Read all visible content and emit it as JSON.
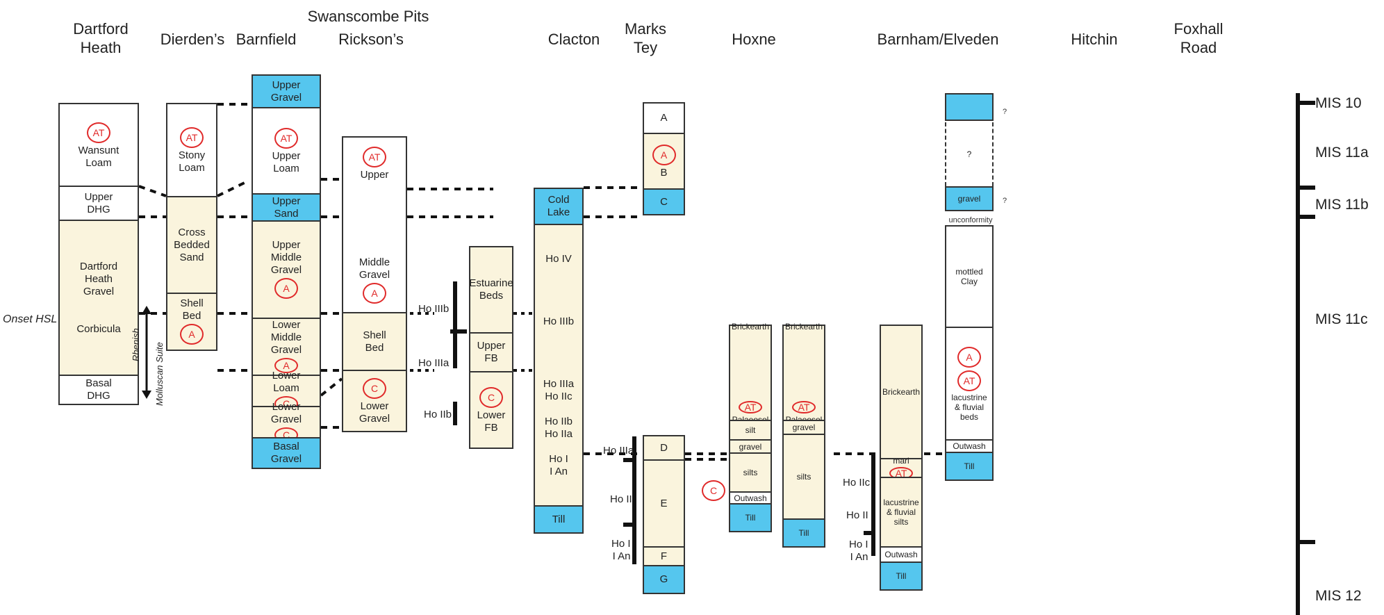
{
  "title": "Swanscombe Pits",
  "sites": {
    "dartford": "Dartford\nHeath",
    "dierdens": "Dierden’s",
    "barnfield": "Barnfield",
    "ricksons": "Rickson’s",
    "clacton": "Clacton",
    "marks_tey": "Marks\nTey",
    "hoxne": "Hoxne",
    "barnham": "Barnham/Elveden",
    "hitchin": "Hitchin",
    "foxhall": "Foxhall\nRoad"
  },
  "colors": {
    "blue": "#55c6ee",
    "cream": "#faf4dd",
    "marker": "#e02a2a"
  },
  "columns": {
    "dartford": [
      {
        "label": "Wansunt\nLoam",
        "fill": "white",
        "markers": [
          "AT"
        ]
      },
      {
        "label": "Upper\nDHG",
        "fill": "white"
      },
      {
        "label": "Dartford\nHeath\nGravel\n\n\nCorbicula",
        "fill": "cream"
      },
      {
        "label": "Basal\nDHG",
        "fill": "white"
      }
    ],
    "dierdens": [
      {
        "label": "Stony\nLoam",
        "fill": "white",
        "markers": [
          "AT"
        ]
      },
      {
        "label": "Cross\nBedded\nSand",
        "fill": "cream"
      },
      {
        "label": "Shell\nBed",
        "fill": "cream",
        "markers_after": [
          "A"
        ]
      }
    ],
    "barnfield": [
      {
        "label": "Upper\nGravel",
        "fill": "blue"
      },
      {
        "label": "Upper\nLoam",
        "fill": "white",
        "markers": [
          "AT"
        ]
      },
      {
        "label": "Upper\nSand",
        "fill": "blue"
      },
      {
        "label": "Upper\nMiddle\nGravel",
        "fill": "cream",
        "markers_after": [
          "A"
        ]
      },
      {
        "label": "Lower\nMiddle\nGravel",
        "fill": "cream",
        "markers_after": [
          "A"
        ]
      },
      {
        "label": "Lower\nLoam",
        "fill": "cream",
        "markers_after": [
          "C"
        ]
      },
      {
        "label": "Lower\nGravel",
        "fill": "cream",
        "markers_after": [
          "C"
        ]
      },
      {
        "label": "Basal\nGravel",
        "fill": "blue"
      }
    ],
    "ricksons": [
      {
        "label": "Upper\n\n\n\n\n\n\nMiddle\nGravel",
        "fill": "white",
        "markers": [
          "AT"
        ],
        "markers_after": [
          "A"
        ]
      },
      {
        "label": "Shell\nBed",
        "fill": "cream"
      },
      {
        "label": "Lower\nGravel",
        "fill": "cream",
        "markers": [
          "C"
        ]
      }
    ],
    "clacton": [
      {
        "label": "Estuarine\nBeds",
        "fill": "cream"
      },
      {
        "label": "Upper\nFB",
        "fill": "cream"
      },
      {
        "label": "Lower\nFB",
        "fill": "cream",
        "markers": [
          "C"
        ]
      }
    ],
    "marks_tey": [
      {
        "label": "Cold\nLake",
        "fill": "blue"
      },
      {
        "label": "Ho IV\n\n\n\n\nHo IIIb\n\n\n\n\nHo IIIa\nHo IIc\n\nHo IIb\nHo IIa\n\nHo I\nI An",
        "fill": "cream"
      },
      {
        "label": "Till",
        "fill": "blue"
      }
    ],
    "hoxne_upper": [
      {
        "label": "A",
        "fill": "white"
      },
      {
        "label": "B",
        "fill": "cream",
        "markers": [
          "A"
        ]
      },
      {
        "label": "C",
        "fill": "blue"
      }
    ],
    "hoxne_lower": [
      {
        "label": "D",
        "fill": "cream"
      },
      {
        "label": "E",
        "fill": "cream"
      },
      {
        "label": "F",
        "fill": "cream"
      },
      {
        "label": "G",
        "fill": "blue"
      }
    ],
    "barnham1": [
      {
        "label": "Brickearth\n\n\n\n\n\n\n\n",
        "fill": "cream",
        "markers_after": [
          "AT"
        ],
        "tail": "Palaeosol"
      },
      {
        "label": "silt",
        "fill": "cream"
      },
      {
        "label": "gravel",
        "fill": "cream"
      },
      {
        "label": "silts",
        "fill": "cream"
      },
      {
        "label": "Outwash",
        "fill": "white"
      },
      {
        "label": "Till",
        "fill": "blue"
      }
    ],
    "barnham2": [
      {
        "label": "Brickearth\n\n\n\n\n\n\n\n",
        "fill": "cream",
        "markers_after": [
          "AT"
        ],
        "tail": "Palaeosol"
      },
      {
        "label": "gravel",
        "fill": "cream"
      },
      {
        "label": "silts",
        "fill": "cream"
      },
      {
        "label": "Till",
        "fill": "blue"
      }
    ],
    "hitchin": [
      {
        "label": "Brickearth",
        "fill": "cream"
      },
      {
        "label": "marl",
        "fill": "cream",
        "markers_after": [
          "AT"
        ]
      },
      {
        "label": "lacustrine\n& fluvial\nsilts",
        "fill": "cream"
      },
      {
        "label": "Outwash",
        "fill": "white"
      },
      {
        "label": "Till",
        "fill": "blue"
      }
    ],
    "foxhall_top": [
      {
        "label": "",
        "fill": "blue"
      }
    ],
    "foxhall_gap": [
      {
        "label": "?",
        "fill": "dashed"
      }
    ],
    "foxhall_gravel": [
      {
        "label": "gravel",
        "fill": "blue"
      }
    ],
    "foxhall": [
      {
        "label": "mottled\nClay",
        "fill": "white"
      },
      {
        "label": "lacustrine\n& fluvial\nbeds",
        "fill": "white",
        "markers": [
          "A",
          "AT"
        ]
      },
      {
        "label": "Outwash",
        "fill": "white"
      },
      {
        "label": "Till",
        "fill": "blue"
      }
    ]
  },
  "annotations": {
    "unconformity": "unconformity",
    "question": "?",
    "onset_hsl": "Onset HSL",
    "rhenish": "Rhenish",
    "molluscan_suite": "Molluscan Suite",
    "hoxne_c_marker": "C",
    "clacton_pollen": [
      "Ho IIIb",
      "Ho IIIa",
      "Ho IIb"
    ],
    "hoxne_pollen": [
      "Ho IIIa",
      "Ho II",
      "Ho I\nI An"
    ],
    "hitchin_pollen": [
      "Ho IIc",
      "Ho II",
      "Ho I\nI An"
    ]
  },
  "mis": [
    "MIS 10",
    "MIS 11a",
    "MIS 11b",
    "MIS 11c",
    "MIS 12"
  ]
}
